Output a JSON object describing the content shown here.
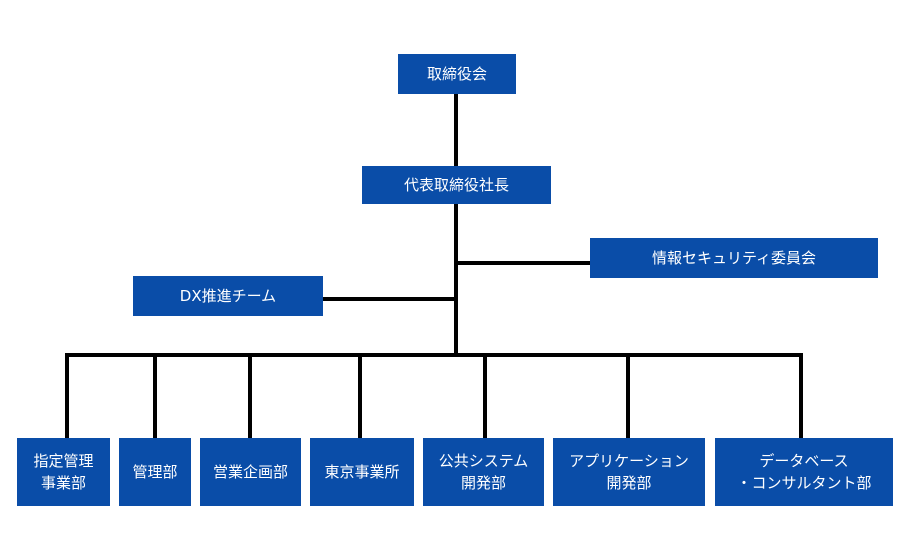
{
  "org_chart": {
    "board": "取締役会",
    "president": "代表取締役社長",
    "security_committee": "情報セキュリティ委員会",
    "dx_team": "DX推進チーム",
    "departments": [
      "指定管理\n事業部",
      "管理部",
      "営業企画部",
      "東京事業所",
      "公共システム\n開発部",
      "アプリケーション\n開発部",
      "データベース\n・コンサルタント部"
    ]
  }
}
